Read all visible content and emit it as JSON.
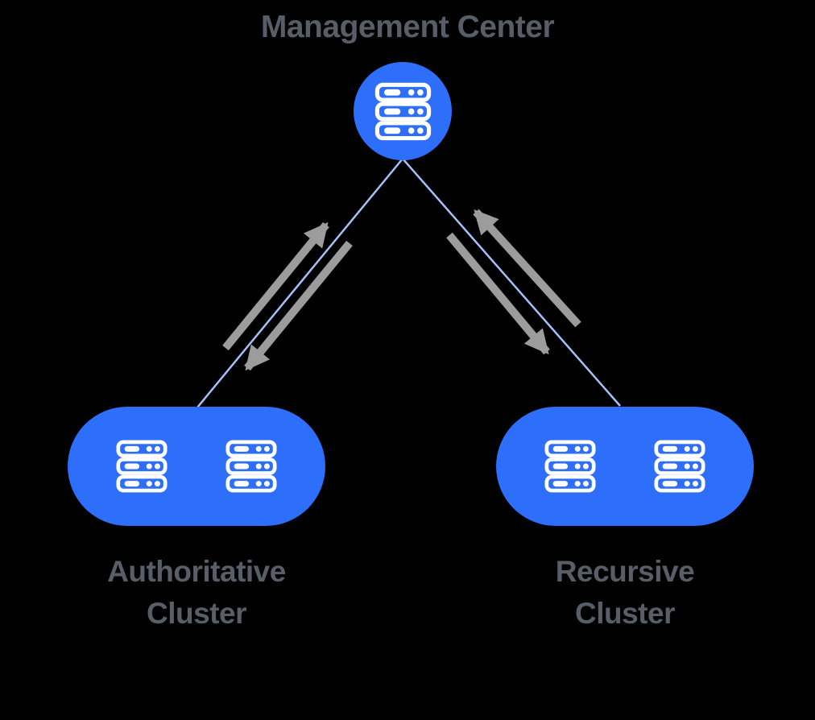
{
  "diagram": {
    "title": "Management Center",
    "nodes": {
      "management_center": {
        "label": "Management Center",
        "icon": "server-rack-icon",
        "server_count": 1
      },
      "authoritative_cluster": {
        "label": "Authoritative Cluster",
        "label_lines": [
          "Authoritative",
          "Cluster"
        ],
        "icon": "server-rack-icon",
        "server_count": 2
      },
      "recursive_cluster": {
        "label": "Recursive Cluster",
        "label_lines": [
          "Recursive",
          "Cluster"
        ],
        "icon": "server-rack-icon",
        "server_count": 2
      }
    },
    "edges": [
      {
        "from": "management_center",
        "to": "authoritative_cluster",
        "bidirectional": true
      },
      {
        "from": "management_center",
        "to": "recursive_cluster",
        "bidirectional": true
      }
    ],
    "colors": {
      "node_fill": "#2D6EFA",
      "icon": "#FFFFFF",
      "connector_line": "#A7C1F8",
      "arrow": "#9C9C9C",
      "label_text": "#575E68",
      "background": "#000000"
    }
  }
}
